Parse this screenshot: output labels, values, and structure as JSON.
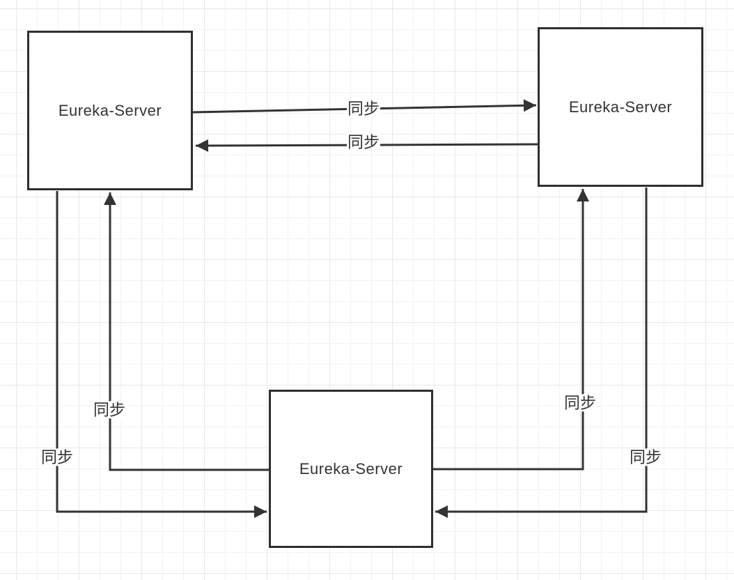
{
  "diagram": {
    "nodes": [
      {
        "id": "eureka-server-top-left",
        "label": "Eureka-Server"
      },
      {
        "id": "eureka-server-top-right",
        "label": "Eureka-Server"
      },
      {
        "id": "eureka-server-bottom",
        "label": "Eureka-Server"
      }
    ],
    "edges": [
      {
        "from": "eureka-server-top-left",
        "to": "eureka-server-top-right",
        "label": "同步"
      },
      {
        "from": "eureka-server-top-right",
        "to": "eureka-server-top-left",
        "label": "同步"
      },
      {
        "from": "eureka-server-bottom",
        "to": "eureka-server-top-left",
        "label": "同步"
      },
      {
        "from": "eureka-server-top-left",
        "to": "eureka-server-bottom",
        "label": "同步"
      },
      {
        "from": "eureka-server-bottom",
        "to": "eureka-server-top-right",
        "label": "同步"
      },
      {
        "from": "eureka-server-top-right",
        "to": "eureka-server-bottom",
        "label": "同步"
      }
    ],
    "theme": {
      "stroke": "#333333",
      "node_border": "#2f2f2f",
      "node_fill": "#ffffff",
      "text": "#333333",
      "label_bg": "#ffffff",
      "grid_minor": "#f2f2f5",
      "grid_major": "#e8e8ed",
      "canvas_bg": "#ffffff"
    }
  }
}
